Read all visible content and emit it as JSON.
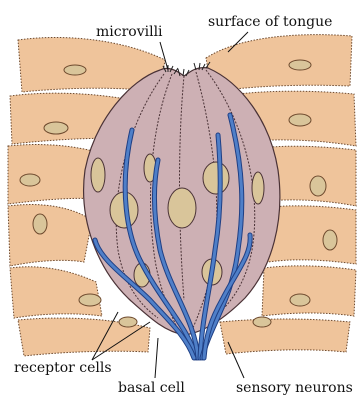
{
  "diagram": {
    "labels": {
      "microvilli": "microvilli",
      "surface_of_tongue": "surface of tongue",
      "receptor_cells": "receptor cells",
      "basal_cell": "basal cell",
      "sensory_neurons": "sensory neurons"
    },
    "colors": {
      "epithelium": "#efc49b",
      "epithelium_stroke": "#6e4a2e",
      "taste_bud": "#cdb0b4",
      "nucleus": "#d9c59a",
      "neuron": "#4f7fc8",
      "neuron_dark": "#1f3f84",
      "leader": "#111111"
    }
  }
}
